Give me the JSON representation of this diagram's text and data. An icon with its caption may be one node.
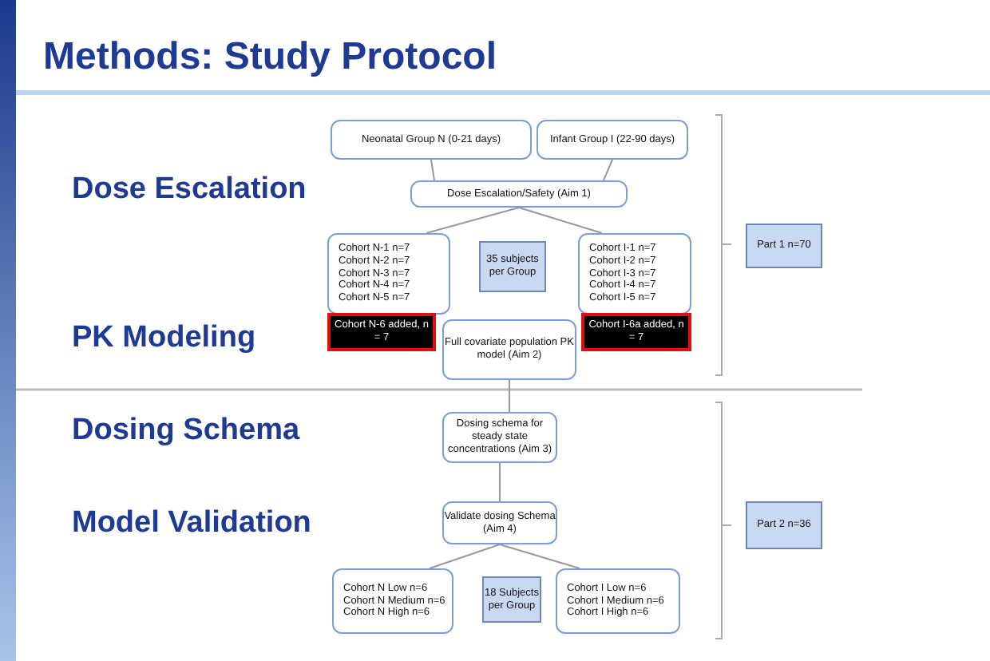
{
  "diagram": {
    "title": "Methods: Study Protocol",
    "nodes": [
      {
        "text": [
          "Neonatal Group N (0-21 days)"
        ]
      },
      {
        "text": [
          "Infant Group I (22-90 days)"
        ]
      },
      {
        "text": [
          "Dose Escalation/Safety (Aim 1)"
        ]
      },
      {
        "text": [
          "Cohort N-1 n=7",
          "Cohort N-2 n=7",
          "Cohort N-3 n=7",
          "Cohort N-4 n=7",
          "Cohort N-5 n=7"
        ]
      },
      {
        "text": [
          "35 subjects per Group"
        ]
      },
      {
        "text": [
          "Cohort I-1 n=7",
          "Cohort I-2 n=7",
          "Cohort I-3 n=7",
          "Cohort I-4 n=7",
          "Cohort I-5 n=7"
        ]
      },
      {
        "text": [
          "Cohort N-6 added, n = 7"
        ]
      },
      {
        "text": [
          "Full covariate population PK model (Aim 2)"
        ]
      },
      {
        "text": [
          "Cohort I-6a added, n = 7"
        ]
      },
      {
        "text": [
          "Part 1 n=70"
        ]
      },
      {
        "text": [
          "Dosing schema for steady state concentrations (Aim 3)"
        ]
      },
      {
        "text": [
          "Validate dosing Schema (Aim 4)"
        ]
      },
      {
        "text": [
          "Cohort N Low n=6",
          "Cohort N Medium n=6",
          "Cohort N High n=6"
        ]
      },
      {
        "text": [
          "18 Subjects per Group"
        ]
      },
      {
        "text": [
          "Cohort I Low n=6",
          "Cohort I Medium n=6",
          "Cohort I High n=6"
        ]
      },
      {
        "text": [
          "Part 2 n=36"
        ]
      }
    ],
    "edges": [
      {
        "from": 0,
        "to": 2,
        "arrow": "none"
      },
      {
        "from": 1,
        "to": 2,
        "arrow": "none"
      },
      {
        "from": 2,
        "to": 3,
        "arrow": "none"
      },
      {
        "from": 2,
        "to": 5,
        "arrow": "none"
      },
      {
        "from": 7,
        "to": 10,
        "arrow": "none"
      },
      {
        "from": 10,
        "to": 11,
        "arrow": "none"
      },
      {
        "from": 11,
        "to": 12,
        "arrow": "none"
      },
      {
        "from": 11,
        "to": 14,
        "arrow": "none"
      }
    ],
    "labels": [
      "Dose Escalation",
      "PK Modeling",
      "Dosing Schema",
      "Model Validation"
    ]
  }
}
